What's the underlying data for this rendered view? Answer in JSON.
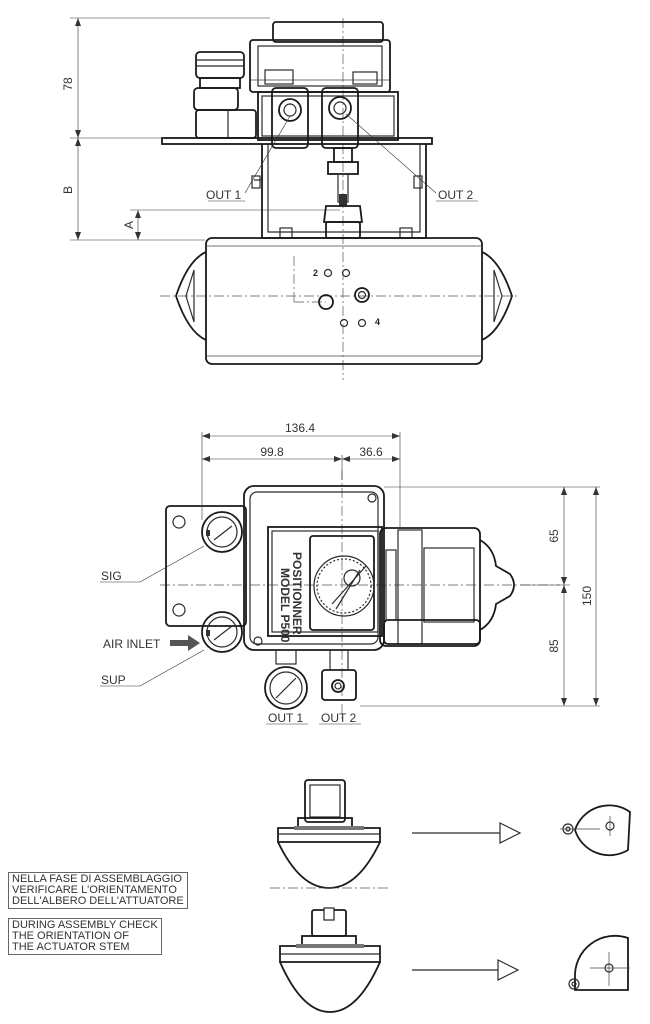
{
  "top_view": {
    "dim_78": "78",
    "dim_B": "B",
    "dim_A": "A",
    "out1": "OUT 1",
    "out2": "OUT 2",
    "port_2": "2",
    "port_4": "4"
  },
  "front_view": {
    "dim_136_4": "136.4",
    "dim_99_8": "99.8",
    "dim_36_6": "36.6",
    "dim_65": "65",
    "dim_85": "85",
    "dim_150": "150",
    "sig": "SIG",
    "air_inlet": "AIR INLET",
    "sup": "SUP",
    "out1": "OUT 1",
    "out2": "OUT 2",
    "nameplate_title": "POSITIONNER",
    "nameplate_model": "MODEL P500"
  },
  "notes": {
    "italian": "NELLA FASE DI ASSEMBLAGGIO\nVERIFICARE L'ORIENTAMENTO\nDELL'ALBERO DELL'ATTUATORE",
    "english": "DURING ASSEMBLY CHECK\nTHE ORIENTATION OF\nTHE ACTUATOR STEM"
  }
}
